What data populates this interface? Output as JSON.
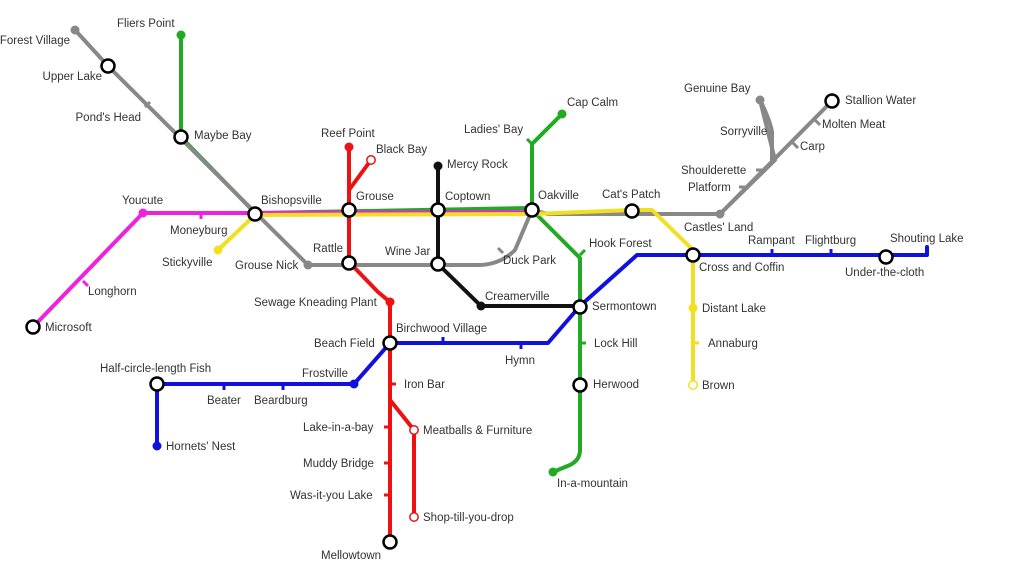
{
  "map": {
    "colors": {
      "green": "#22aa22",
      "grey": "#888888",
      "magenta": "#ee22dd",
      "yellow": "#f2e020",
      "red": "#ee1111",
      "black": "#111111",
      "blue": "#1111dd"
    },
    "lines": [
      {
        "id": "green",
        "color": "green"
      },
      {
        "id": "grey",
        "color": "grey"
      },
      {
        "id": "magenta",
        "color": "magenta"
      },
      {
        "id": "yellow",
        "color": "yellow"
      },
      {
        "id": "red",
        "color": "red"
      },
      {
        "id": "black",
        "color": "black"
      },
      {
        "id": "blue",
        "color": "blue"
      }
    ],
    "stations": [
      {
        "id": "forest-village",
        "name": "Forest Village",
        "type": "terminus",
        "color": "grey"
      },
      {
        "id": "upper-lake",
        "name": "Upper Lake",
        "type": "interchange"
      },
      {
        "id": "ponds-head",
        "name": "Pond's Head",
        "type": "tick",
        "color": "grey"
      },
      {
        "id": "fliers-point",
        "name": "Fliers Point",
        "type": "terminus",
        "color": "green"
      },
      {
        "id": "maybe-bay",
        "name": "Maybe Bay",
        "type": "interchange"
      },
      {
        "id": "bishopsville",
        "name": "Bishopsville",
        "type": "interchange"
      },
      {
        "id": "youcute",
        "name": "Youcute",
        "type": "dot",
        "color": "magenta"
      },
      {
        "id": "moneyburg",
        "name": "Moneyburg",
        "type": "tick",
        "color": "magenta"
      },
      {
        "id": "stickyville",
        "name": "Stickyville",
        "type": "terminus",
        "color": "yellow"
      },
      {
        "id": "longhorn",
        "name": "Longhorn",
        "type": "tick",
        "color": "magenta"
      },
      {
        "id": "microsoft",
        "name": "Microsoft",
        "type": "interchange"
      },
      {
        "id": "grouse-nick",
        "name": "Grouse Nick",
        "type": "dot",
        "color": "grey"
      },
      {
        "id": "reef-point",
        "name": "Reef Point",
        "type": "terminus",
        "color": "red"
      },
      {
        "id": "black-bay",
        "name": "Black Bay",
        "type": "open-terminus",
        "color": "red"
      },
      {
        "id": "grouse",
        "name": "Grouse",
        "type": "interchange"
      },
      {
        "id": "rattle",
        "name": "Rattle",
        "type": "interchange"
      },
      {
        "id": "sewage-kneading-plant",
        "name": "Sewage Kneading Plant",
        "type": "dot",
        "color": "red"
      },
      {
        "id": "mercy-rock",
        "name": "Mercy Rock",
        "type": "terminus",
        "color": "black"
      },
      {
        "id": "coptown",
        "name": "Coptown",
        "type": "interchange"
      },
      {
        "id": "wine-jar",
        "name": "Wine Jar",
        "type": "interchange"
      },
      {
        "id": "duck-park",
        "name": "Duck Park",
        "type": "tick",
        "color": "grey"
      },
      {
        "id": "creamerville",
        "name": "Creamerville",
        "type": "dot",
        "color": "black"
      },
      {
        "id": "cap-calm",
        "name": "Cap Calm",
        "type": "terminus",
        "color": "green"
      },
      {
        "id": "ladies-bay",
        "name": "Ladies' Bay",
        "type": "tick",
        "color": "green"
      },
      {
        "id": "oakville",
        "name": "Oakville",
        "type": "interchange"
      },
      {
        "id": "cats-patch",
        "name": "Cat's Patch",
        "type": "interchange"
      },
      {
        "id": "hook-forest",
        "name": "Hook Forest",
        "type": "tick",
        "color": "green"
      },
      {
        "id": "sermontown",
        "name": "Sermontown",
        "type": "interchange"
      },
      {
        "id": "lock-hill",
        "name": "Lock Hill",
        "type": "tick",
        "color": "green"
      },
      {
        "id": "herwood",
        "name": "Herwood",
        "type": "interchange"
      },
      {
        "id": "in-a-mountain",
        "name": "In-a-mountain",
        "type": "terminus",
        "color": "green"
      },
      {
        "id": "genuine-bay",
        "name": "Genuine Bay",
        "type": "terminus",
        "color": "grey"
      },
      {
        "id": "sorryville",
        "name": "Sorryville",
        "type": "tick",
        "color": "grey"
      },
      {
        "id": "stallion-water",
        "name": "Stallion Water",
        "type": "interchange"
      },
      {
        "id": "molten-meat",
        "name": "Molten Meat",
        "type": "tick",
        "color": "grey"
      },
      {
        "id": "carp",
        "name": "Carp",
        "type": "tick",
        "color": "grey"
      },
      {
        "id": "shoulderette",
        "name": "Shoulderette",
        "type": "tick",
        "color": "grey"
      },
      {
        "id": "platform",
        "name": "Platform",
        "type": "tick",
        "color": "grey"
      },
      {
        "id": "castles-land",
        "name": "Castles' Land",
        "type": "dot",
        "color": "grey"
      },
      {
        "id": "rampant",
        "name": "Rampant",
        "type": "tick",
        "color": "blue"
      },
      {
        "id": "flightburg",
        "name": "Flightburg",
        "type": "tick",
        "color": "blue"
      },
      {
        "id": "shouting-lake",
        "name": "Shouting Lake",
        "type": "tick",
        "color": "blue"
      },
      {
        "id": "cross-and-coffin",
        "name": "Cross and Coffin",
        "type": "interchange"
      },
      {
        "id": "under-the-cloth",
        "name": "Under-the-cloth",
        "type": "interchange"
      },
      {
        "id": "distant-lake",
        "name": "Distant Lake",
        "type": "dot",
        "color": "yellow"
      },
      {
        "id": "annaburg",
        "name": "Annaburg",
        "type": "tick",
        "color": "yellow"
      },
      {
        "id": "brown",
        "name": "Brown",
        "type": "open-terminus",
        "color": "yellow"
      },
      {
        "id": "birchwood-village",
        "name": "Birchwood Village",
        "type": "tick",
        "color": "blue"
      },
      {
        "id": "beach-field",
        "name": "Beach Field",
        "type": "interchange"
      },
      {
        "id": "hymn",
        "name": "Hymn",
        "type": "tick",
        "color": "blue"
      },
      {
        "id": "half-circle-length-fish",
        "name": "Half-circle-length Fish",
        "type": "interchange"
      },
      {
        "id": "frostville",
        "name": "Frostville",
        "type": "dot",
        "color": "blue"
      },
      {
        "id": "beater",
        "name": "Beater",
        "type": "tick",
        "color": "blue"
      },
      {
        "id": "beardburg",
        "name": "Beardburg",
        "type": "tick",
        "color": "blue"
      },
      {
        "id": "hornets-nest",
        "name": "Hornets' Nest",
        "type": "terminus",
        "color": "blue"
      },
      {
        "id": "iron-bar",
        "name": "Iron Bar",
        "type": "tick",
        "color": "red"
      },
      {
        "id": "lake-in-a-bay",
        "name": "Lake-in-a-bay",
        "type": "tick",
        "color": "red"
      },
      {
        "id": "meatballs-furniture",
        "name": "Meatballs & Furniture",
        "type": "open-terminus",
        "color": "red"
      },
      {
        "id": "muddy-bridge",
        "name": "Muddy Bridge",
        "type": "tick",
        "color": "red"
      },
      {
        "id": "was-it-you-lake",
        "name": "Was-it-you Lake",
        "type": "tick",
        "color": "red"
      },
      {
        "id": "shop-till-you-drop",
        "name": "Shop-till-you-drop",
        "type": "open-terminus",
        "color": "red"
      },
      {
        "id": "mellowtown",
        "name": "Mellowtown",
        "type": "interchange"
      }
    ]
  }
}
